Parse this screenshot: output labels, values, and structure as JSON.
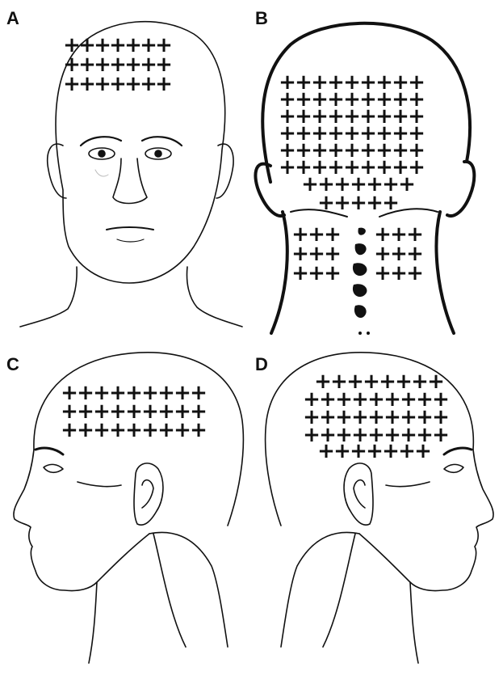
{
  "panels": [
    {
      "label": "A",
      "view": "front",
      "marker": "+"
    },
    {
      "label": "B",
      "view": "back",
      "marker": "+"
    },
    {
      "label": "C",
      "view": "left-side",
      "marker": "+"
    },
    {
      "label": "D",
      "view": "right-side",
      "marker": "+"
    }
  ],
  "colors": {
    "ink": "#111111",
    "background": "#ffffff"
  }
}
